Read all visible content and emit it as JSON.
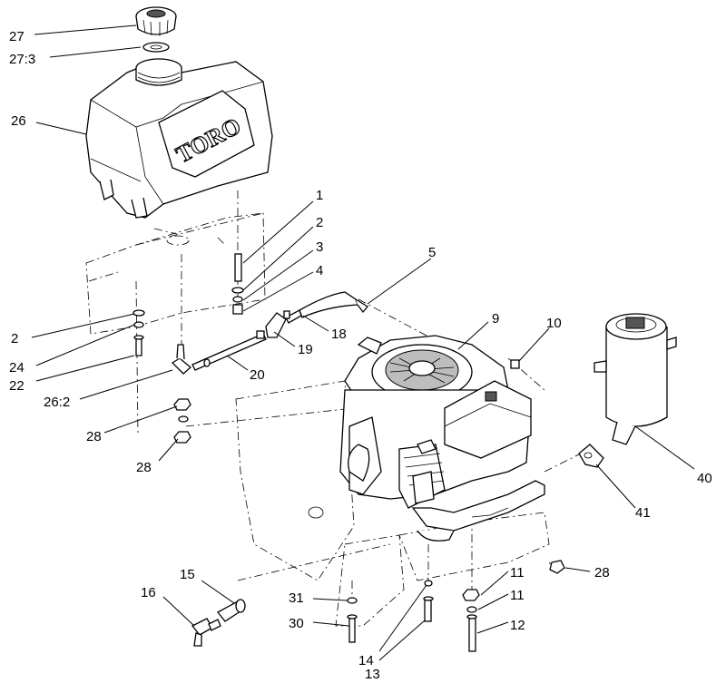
{
  "diagram": {
    "tank_logo": "TORO",
    "labels": [
      {
        "id": "27",
        "text": "27"
      },
      {
        "id": "27-3",
        "text": "27:3"
      },
      {
        "id": "26",
        "text": "26"
      },
      {
        "id": "1",
        "text": "1"
      },
      {
        "id": "2a",
        "text": "2"
      },
      {
        "id": "3",
        "text": "3"
      },
      {
        "id": "4",
        "text": "4"
      },
      {
        "id": "5",
        "text": "5"
      },
      {
        "id": "9",
        "text": "9"
      },
      {
        "id": "10",
        "text": "10"
      },
      {
        "id": "18",
        "text": "18"
      },
      {
        "id": "19",
        "text": "19"
      },
      {
        "id": "20",
        "text": "20"
      },
      {
        "id": "2b",
        "text": "2"
      },
      {
        "id": "24",
        "text": "24"
      },
      {
        "id": "22",
        "text": "22"
      },
      {
        "id": "26-2",
        "text": "26:2"
      },
      {
        "id": "28a",
        "text": "28"
      },
      {
        "id": "28b",
        "text": "28"
      },
      {
        "id": "40",
        "text": "40"
      },
      {
        "id": "41",
        "text": "41"
      },
      {
        "id": "11a",
        "text": "11"
      },
      {
        "id": "28c",
        "text": "28"
      },
      {
        "id": "11b",
        "text": "11"
      },
      {
        "id": "12",
        "text": "12"
      },
      {
        "id": "15",
        "text": "15"
      },
      {
        "id": "16",
        "text": "16"
      },
      {
        "id": "31",
        "text": "31"
      },
      {
        "id": "30",
        "text": "30"
      },
      {
        "id": "14",
        "text": "14"
      },
      {
        "id": "13",
        "text": "13"
      }
    ]
  }
}
